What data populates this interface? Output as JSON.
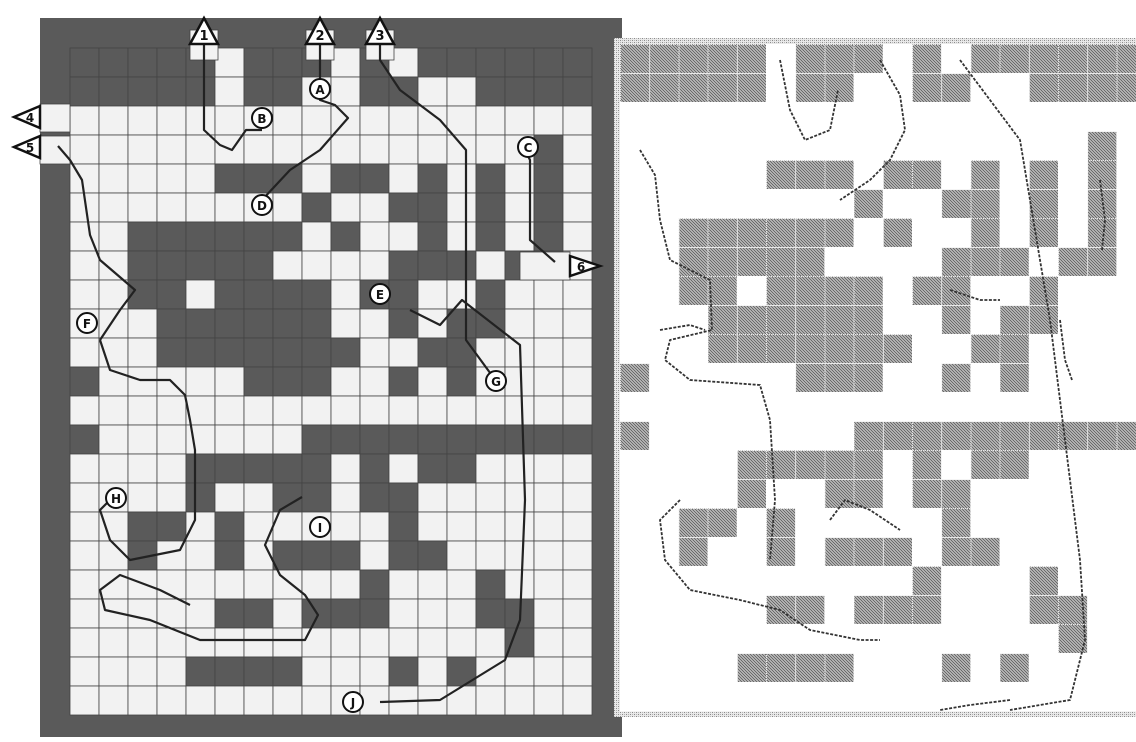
{
  "colors": {
    "wall": "#5a5a5a",
    "floor": "#f2f2f2",
    "grid": "#444444",
    "path": "#222222",
    "right_wall": "#a8a8a8",
    "right_path": "#333333"
  },
  "labels": {
    "entrances": [
      "1",
      "2",
      "3",
      "4",
      "5",
      "6"
    ],
    "waypoints": [
      "A",
      "B",
      "C",
      "D",
      "E",
      "F",
      "G",
      "H",
      "I",
      "J"
    ]
  }
}
